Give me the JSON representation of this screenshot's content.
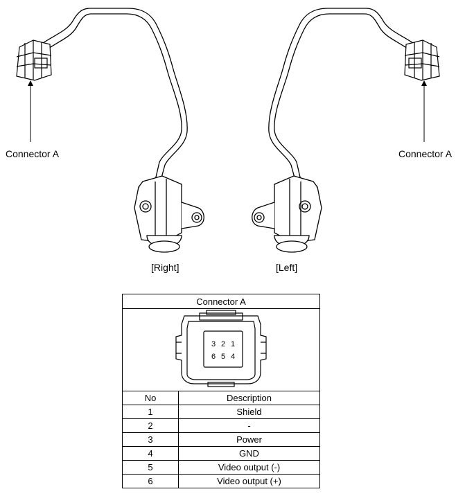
{
  "labels": {
    "connector_left": "Connector A",
    "connector_right": "Connector A",
    "side_right": "[Right]",
    "side_left": "[Left]"
  },
  "table": {
    "title": "Connector A",
    "connector_pins_top": [
      "3",
      "2",
      "1"
    ],
    "connector_pins_bottom": [
      "6",
      "5",
      "4"
    ],
    "col_no": "No",
    "col_desc": "Description",
    "rows": [
      {
        "no": "1",
        "desc": "Shield"
      },
      {
        "no": "2",
        "desc": "-"
      },
      {
        "no": "3",
        "desc": "Power"
      },
      {
        "no": "4",
        "desc": "GND"
      },
      {
        "no": "5",
        "desc": "Video output (-)"
      },
      {
        "no": "6",
        "desc": "Video output (+)"
      }
    ]
  }
}
